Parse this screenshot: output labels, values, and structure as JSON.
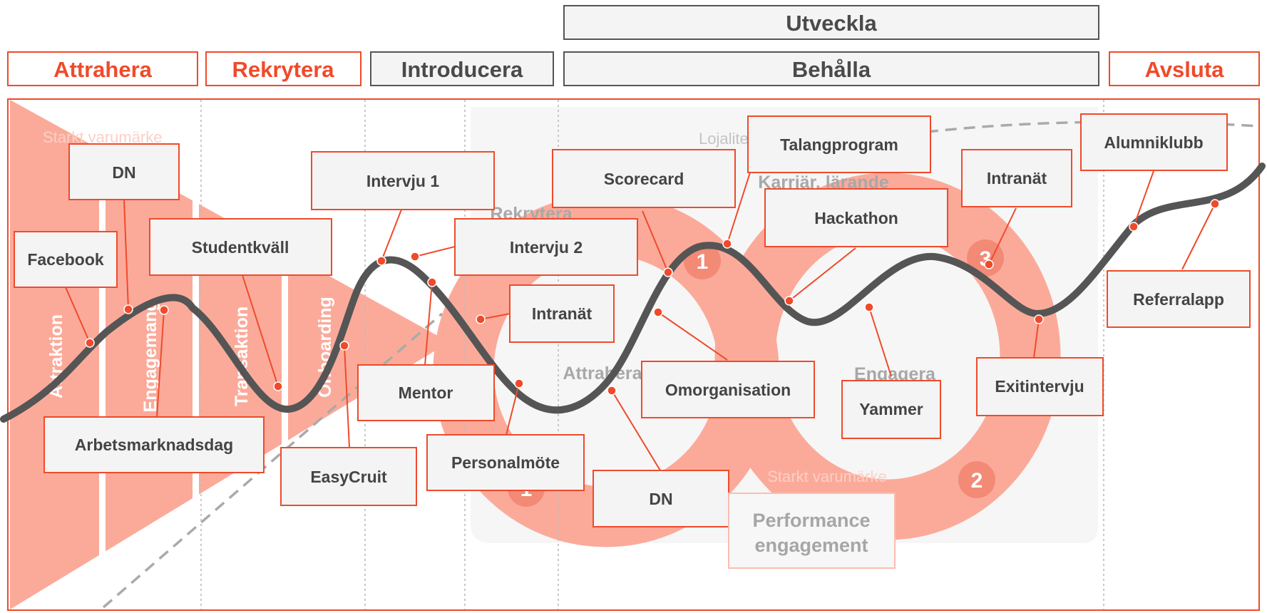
{
  "phases": {
    "attrahera": "Attrahera",
    "rekrytera": "Rekrytera",
    "introducera": "Introducera",
    "utveckla": "Utveckla",
    "behalla": "Behålla",
    "avsluta": "Avsluta"
  },
  "funnel": {
    "attraktion": "Attraktion",
    "engagemang": "Engagemang",
    "transaktion": "Transaktion",
    "onboarding": "Onboarding"
  },
  "ghost_text": {
    "varumarke_top": "Starkt varumärke",
    "lojalitet": "Lojalitet",
    "karriar": "Karriär, lärande",
    "rekrytera_ring": "Rekrytera",
    "attrahera_ring": "Attrahera",
    "engagera_ring": "Engagera",
    "varumarke_bottom": "Starkt varumärke",
    "ring_number_1": "1",
    "ring_number_2": "2",
    "ring_number_3": "3",
    "ring_number_4": "1"
  },
  "performance": {
    "line1": "Performance",
    "line2": "engagement"
  },
  "touchpoints": {
    "dn_top": "DN",
    "facebook": "Facebook",
    "studentkvall": "Studentkväll",
    "arbetsmarknadsdag": "Arbetsmarknadsdag",
    "easycruit": "EasyCruit",
    "intervju1": "Intervju 1",
    "intervju2": "Intervju 2",
    "intranat1": "Intranät",
    "mentor": "Mentor",
    "personalmote": "Personalmöte",
    "scorecard": "Scorecard",
    "dn_bottom": "DN",
    "talangprogram": "Talangprogram",
    "hackathon": "Hackathon",
    "omorganisation": "Omorganisation",
    "yammer": "Yammer",
    "intranat2": "Intranät",
    "exitintervju": "Exitintervju",
    "alumniklubb": "Alumniklubb",
    "referralapp": "Referralapp"
  },
  "colors": {
    "accent": "#f04a2a",
    "funnel": "#fbaa9a",
    "curve": "#555555",
    "box_fill": "#f4f4f4"
  }
}
